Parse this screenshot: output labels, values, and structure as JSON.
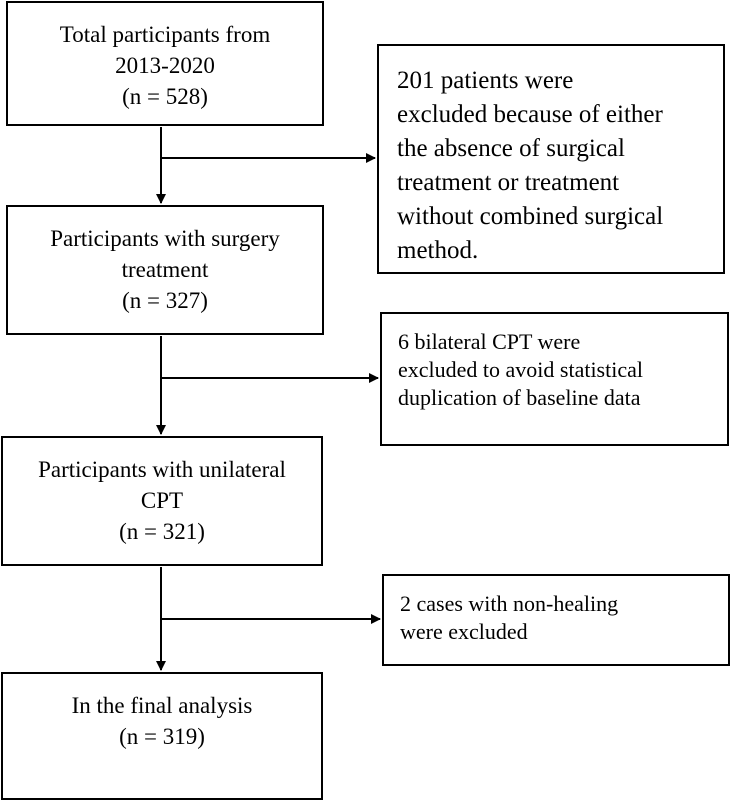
{
  "diagram": {
    "nodes": [
      {
        "id": "total",
        "lines": [
          "Total participants from",
          "2013-2020",
          "(n = 528)"
        ]
      },
      {
        "id": "surgery",
        "lines": [
          "Participants with surgery",
          "treatment",
          "(n = 327)"
        ]
      },
      {
        "id": "unilateral",
        "lines": [
          "Participants with unilateral",
          "CPT",
          "(n = 321)"
        ]
      },
      {
        "id": "final",
        "lines": [
          "In the final analysis",
          "(n = 319)"
        ]
      }
    ],
    "exclusions": [
      {
        "id": "excl1",
        "lines": [
          " 201 patients were",
          "excluded because of either",
          "the absence of surgical",
          "treatment or treatment",
          "without combined surgical",
          "method."
        ]
      },
      {
        "id": "excl2",
        "lines": [
          "6 bilateral CPT were",
          "excluded to avoid statistical",
          "duplication of baseline data"
        ]
      },
      {
        "id": "excl3",
        "lines": [
          "2 cases with non-healing",
          "were excluded"
        ]
      }
    ]
  }
}
